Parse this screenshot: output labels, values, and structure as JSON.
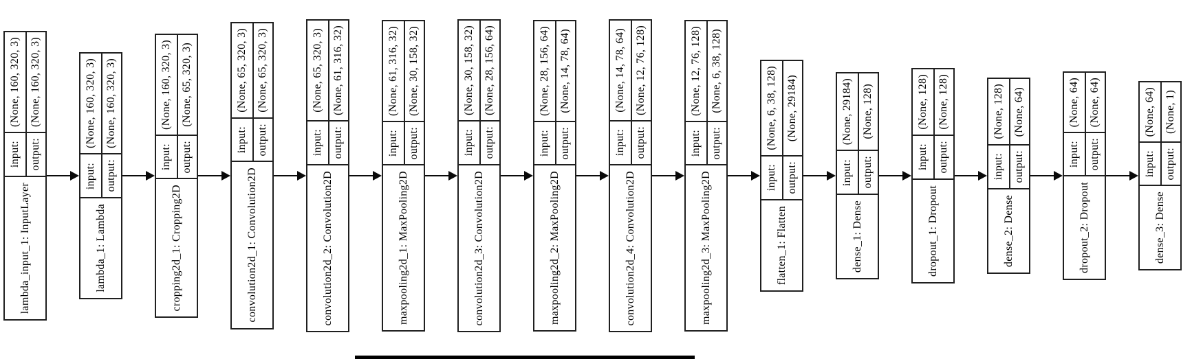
{
  "diagram": {
    "input_label": "input:",
    "output_label": "output:",
    "nodes": [
      {
        "name": "lambda_input_1: InputLayer",
        "input_shape": "(None, 160, 320, 3)",
        "output_shape": "(None, 160, 320, 3)"
      },
      {
        "name": "lambda_1: Lambda",
        "input_shape": "(None, 160, 320, 3)",
        "output_shape": "(None, 160, 320, 3)"
      },
      {
        "name": "cropping2d_1: Cropping2D",
        "input_shape": "(None, 160, 320, 3)",
        "output_shape": "(None, 65, 320, 3)"
      },
      {
        "name": "convolution2d_1: Convolution2D",
        "input_shape": "(None, 65, 320, 3)",
        "output_shape": "(None, 65, 320, 3)"
      },
      {
        "name": "convolution2d_2: Convolution2D",
        "input_shape": "(None, 65, 320, 3)",
        "output_shape": "(None, 61, 316, 32)"
      },
      {
        "name": "maxpooling2d_1: MaxPooling2D",
        "input_shape": "(None, 61, 316, 32)",
        "output_shape": "(None, 30, 158, 32)"
      },
      {
        "name": "convolution2d_3: Convolution2D",
        "input_shape": "(None, 30, 158, 32)",
        "output_shape": "(None, 28, 156, 64)"
      },
      {
        "name": "maxpooling2d_2: MaxPooling2D",
        "input_shape": "(None, 28, 156, 64)",
        "output_shape": "(None, 14, 78, 64)"
      },
      {
        "name": "convolution2d_4: Convolution2D",
        "input_shape": "(None, 14, 78, 64)",
        "output_shape": "(None, 12, 76, 128)"
      },
      {
        "name": "maxpooling2d_3: MaxPooling2D",
        "input_shape": "(None, 12, 76, 128)",
        "output_shape": "(None, 6, 38, 128)"
      },
      {
        "name": "flatten_1: Flatten",
        "input_shape": "(None, 6, 38, 128)",
        "output_shape": "(None, 29184)"
      },
      {
        "name": "dense_1: Dense",
        "input_shape": "(None, 29184)",
        "output_shape": "(None, 128)"
      },
      {
        "name": "dropout_1: Dropout",
        "input_shape": "(None, 128)",
        "output_shape": "(None, 128)"
      },
      {
        "name": "dense_2: Dense",
        "input_shape": "(None, 128)",
        "output_shape": "(None, 64)"
      },
      {
        "name": "dropout_2: Dropout",
        "input_shape": "(None, 64)",
        "output_shape": "(None, 64)"
      },
      {
        "name": "dense_3: Dense",
        "input_shape": "(None, 64)",
        "output_shape": "(None, 1)"
      }
    ],
    "colors": {
      "background": "#ffffff",
      "border": "#1f1f1f",
      "text": "#000000",
      "arrow": "#0a0a0a"
    }
  }
}
